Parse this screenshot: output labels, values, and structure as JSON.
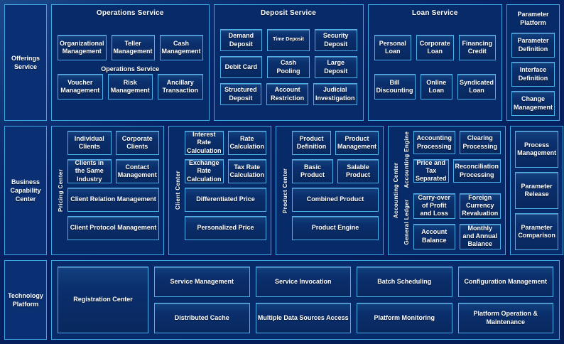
{
  "layers": {
    "offerings": {
      "label": "Offerings Service"
    },
    "business": {
      "label": "Business Capability Center"
    },
    "technology": {
      "label": "Technology Platform"
    }
  },
  "offerings_row": {
    "operations": {
      "title": "Operations Service",
      "overlay_title": "Operations Service",
      "items": [
        "Organizational Management",
        "Teller Management",
        "Cash Management",
        "Voucher Management",
        "Risk Management",
        "Ancillary Transaction"
      ]
    },
    "deposit": {
      "title": "Deposit Service",
      "items": [
        "Demand Deposit",
        "Time Deposit",
        "Security Deposit",
        "Debit Card",
        "Cash Pooling",
        "Large Deposit",
        "Structured Deposit",
        "Account Restriction",
        "Judicial Investigation"
      ]
    },
    "loan": {
      "title": "Loan Service",
      "items": [
        "Personal Loan",
        "Corporate Loan",
        "Financing Credit",
        "Bill Discounting",
        "Online Loan",
        "Syndicated Loan"
      ]
    }
  },
  "parameter_platform": {
    "title": "Parameter Platform",
    "items": [
      "Parameter Definition",
      "Interface Definition",
      "Change Management",
      "Process Management",
      "Parameter Release",
      "Parameter Comparison"
    ]
  },
  "business_row": {
    "pricing_center": {
      "vertical_label": "Pricing Center",
      "pairs": [
        [
          "Individual Clients",
          "Corporate Clients"
        ],
        [
          "Clients in the Same Industry",
          "Contact Management"
        ]
      ],
      "wide": [
        "Client Relation Management",
        "Client Protocol Management"
      ]
    },
    "client_center": {
      "vertical_label": "Client Center",
      "pairs": [
        [
          "Interest Rate Calculation",
          "Rate Calculation"
        ],
        [
          "Exchange Rate Calculation",
          "Tax Rate Calculation"
        ]
      ],
      "wide": [
        "Differentiated Price",
        "Personalized Price"
      ]
    },
    "product_center": {
      "vertical_label": "Product Center",
      "pairs": [
        [
          "Product Definition",
          "Product Management"
        ],
        [
          "Basic Product",
          "Salable Product"
        ]
      ],
      "wide": [
        "Combined Product",
        "Product Engine"
      ]
    },
    "accounting_center": {
      "vertical_label": "Accounting Center",
      "engine_label": "Accounting Engine",
      "ledger_label": "General Ledger",
      "engine_items": [
        "Accounting Processing",
        "Clearing Processing",
        "Price and Tax Separated",
        "Reconciliation Processing"
      ],
      "ledger_items": [
        "Carry-over of Profit and Loss",
        "Foreign Currency Revaluation",
        "Account Balance",
        "Monthly and Annual Balance"
      ]
    }
  },
  "technology_row": {
    "registration": "Registration Center",
    "items": [
      "Service Management",
      "Service Invocation",
      "Batch Scheduling",
      "Configuration Management",
      "Distributed Cache",
      "Multiple Data Sources Access",
      "Platform Monitoring",
      "Platform Operation & Maintenance"
    ]
  },
  "colors": {
    "background": "#052060",
    "border": "#3fa6e8",
    "cell_border": "#4fb0ee",
    "panel": "#072a68",
    "text": "#ffffff"
  }
}
